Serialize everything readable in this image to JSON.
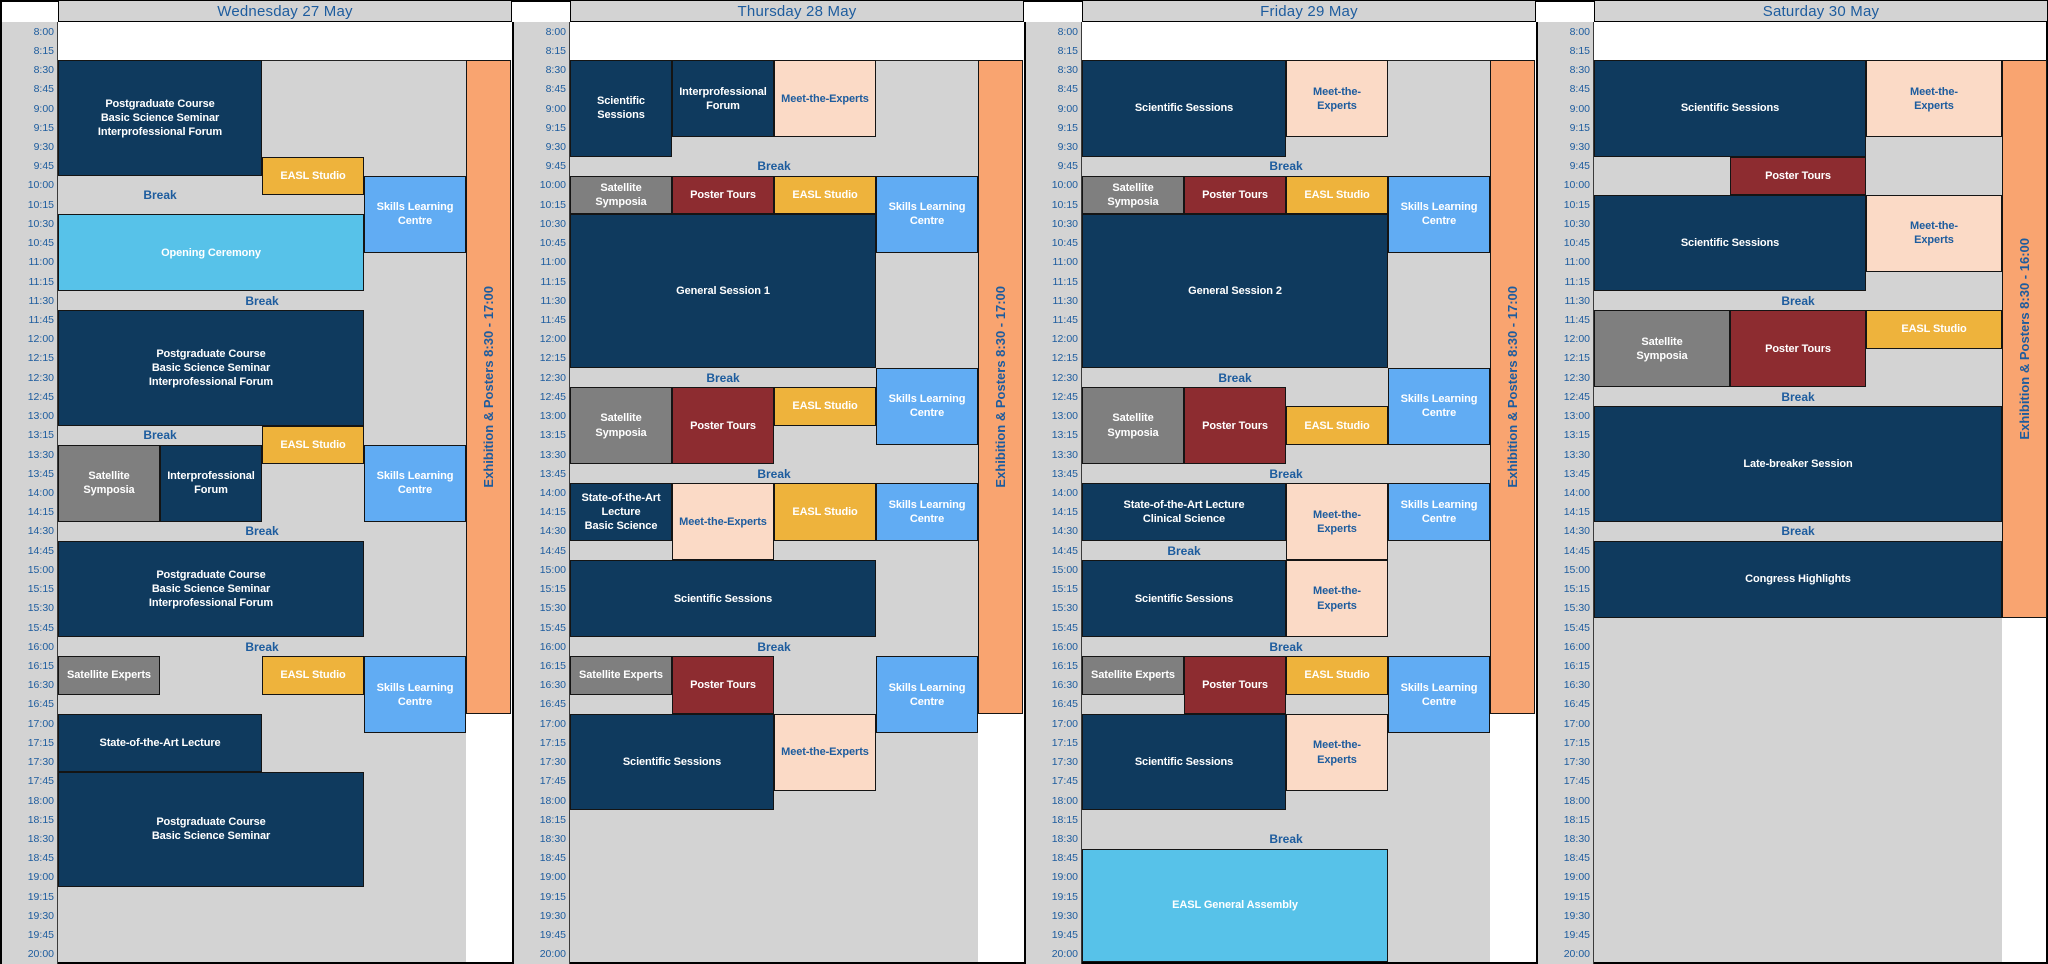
{
  "colors": {
    "navy": "#0f3a5e",
    "cyan": "#57c2e9",
    "mid_gray": "#7f7f7f",
    "maroon": "#8d2c30",
    "yellow": "#eeb33c",
    "sky": "#61acf3",
    "pink": "#fbdac6",
    "orange": "#f9a470",
    "gray_bg": "#d3d3d3",
    "blue_text": "#1d5c9e",
    "white_text": "#ffffff"
  },
  "time_labels": [
    "8:00",
    "8:15",
    "8:30",
    "8:45",
    "9:00",
    "9:15",
    "9:30",
    "9:45",
    "10:00",
    "10:15",
    "10:30",
    "10:45",
    "11:00",
    "11:15",
    "11:30",
    "11:45",
    "12:00",
    "12:15",
    "12:30",
    "12:45",
    "13:00",
    "13:15",
    "13:30",
    "13:45",
    "14:00",
    "14:15",
    "14:30",
    "14:45",
    "15:00",
    "15:15",
    "15:30",
    "15:45",
    "16:00",
    "16:15",
    "16:30",
    "16:45",
    "17:00",
    "17:15",
    "17:30",
    "17:45",
    "18:00",
    "18:15",
    "18:30",
    "18:45",
    "19:00",
    "19:15",
    "19:30",
    "19:45",
    "20:00"
  ],
  "days": [
    {
      "title": "Wednesday 27 May",
      "columns": 4,
      "exhibition": {
        "label": "Exhibition & Posters 8:30 - 17:00",
        "start": "8:30",
        "end": "17:00"
      },
      "events": [
        {
          "label": "Postgraduate Course\nBasic Science Seminar\nInterprofessional Forum",
          "start": "8:30",
          "end": "10:00",
          "c0": 0,
          "c1": 2,
          "color": "navy"
        },
        {
          "label": "EASL Studio",
          "start": "9:45",
          "end": "10:15",
          "c0": 2,
          "c1": 3,
          "color": "yellow"
        },
        {
          "label": "Break",
          "start": "10:00",
          "end": "10:30",
          "c0": 0,
          "c1": 2,
          "color": "break"
        },
        {
          "label": "Skills Learning\nCentre",
          "start": "10:00",
          "end": "11:00",
          "c0": 3,
          "c1": 4,
          "color": "sky"
        },
        {
          "label": "Opening Ceremony",
          "start": "10:30",
          "end": "11:30",
          "c0": 0,
          "c1": 3,
          "color": "cyan"
        },
        {
          "label": "Break",
          "start": "11:30",
          "end": "11:45",
          "c0": 0,
          "c1": 4,
          "color": "break"
        },
        {
          "label": "Postgraduate Course\nBasic Science Seminar\nInterprofessional Forum",
          "start": "11:45",
          "end": "13:15",
          "c0": 0,
          "c1": 3,
          "color": "navy"
        },
        {
          "label": "Break",
          "start": "13:15",
          "end": "13:30",
          "c0": 0,
          "c1": 2,
          "color": "break"
        },
        {
          "label": "EASL Studio",
          "start": "13:15",
          "end": "13:45",
          "c0": 2,
          "c1": 3,
          "color": "yellow"
        },
        {
          "label": "Satellite\nSymposia",
          "start": "13:30",
          "end": "14:30",
          "c0": 0,
          "c1": 1,
          "color": "mid_gray"
        },
        {
          "label": "Interprofessional\nForum",
          "start": "13:30",
          "end": "14:30",
          "c0": 1,
          "c1": 2,
          "color": "navy"
        },
        {
          "label": "Skills Learning\nCentre",
          "start": "13:30",
          "end": "14:30",
          "c0": 3,
          "c1": 4,
          "color": "sky"
        },
        {
          "label": "Break",
          "start": "14:30",
          "end": "14:45",
          "c0": 0,
          "c1": 4,
          "color": "break"
        },
        {
          "label": "Postgraduate Course\nBasic Science Seminar\nInterprofessional Forum",
          "start": "14:45",
          "end": "16:00",
          "c0": 0,
          "c1": 3,
          "color": "navy"
        },
        {
          "label": "Break",
          "start": "16:00",
          "end": "16:15",
          "c0": 0,
          "c1": 4,
          "color": "break"
        },
        {
          "label": "Satellite Experts",
          "start": "16:15",
          "end": "16:45",
          "c0": 0,
          "c1": 1,
          "color": "mid_gray"
        },
        {
          "label": "EASL Studio",
          "start": "16:15",
          "end": "16:45",
          "c0": 2,
          "c1": 3,
          "color": "yellow"
        },
        {
          "label": "Skills Learning\nCentre",
          "start": "16:15",
          "end": "17:15",
          "c0": 3,
          "c1": 4,
          "color": "sky"
        },
        {
          "label": "State-of-the-Art Lecture",
          "start": "17:00",
          "end": "17:45",
          "c0": 0,
          "c1": 2,
          "color": "navy"
        },
        {
          "label": "Postgraduate Course\nBasic Science Seminar",
          "start": "17:45",
          "end": "19:15",
          "c0": 0,
          "c1": 3,
          "color": "navy"
        }
      ]
    },
    {
      "title": "Thursday 28 May",
      "columns": 4,
      "exhibition": {
        "label": "Exhibition & Posters 8:30 - 17:00",
        "start": "8:30",
        "end": "17:00"
      },
      "events": [
        {
          "label": "Scientific\nSessions",
          "start": "8:30",
          "end": "9:45",
          "c0": 0,
          "c1": 1,
          "color": "navy"
        },
        {
          "label": "Interprofessional\nForum",
          "start": "8:30",
          "end": "9:30",
          "c0": 1,
          "c1": 2,
          "color": "navy"
        },
        {
          "label": "Meet-the-Experts",
          "start": "8:30",
          "end": "9:30",
          "c0": 2,
          "c1": 3,
          "color": "pink"
        },
        {
          "label": "Break",
          "start": "9:45",
          "end": "10:00",
          "c0": 0,
          "c1": 4,
          "color": "break"
        },
        {
          "label": "Satellite\nSymposia",
          "start": "10:00",
          "end": "10:30",
          "c0": 0,
          "c1": 1,
          "color": "mid_gray"
        },
        {
          "label": "Poster Tours",
          "start": "10:00",
          "end": "10:30",
          "c0": 1,
          "c1": 2,
          "color": "maroon"
        },
        {
          "label": "EASL Studio",
          "start": "10:00",
          "end": "10:30",
          "c0": 2,
          "c1": 3,
          "color": "yellow"
        },
        {
          "label": "Skills Learning\nCentre",
          "start": "10:00",
          "end": "11:00",
          "c0": 3,
          "c1": 4,
          "color": "sky"
        },
        {
          "label": "General Session 1",
          "start": "10:30",
          "end": "12:30",
          "c0": 0,
          "c1": 3,
          "color": "navy"
        },
        {
          "label": "Break",
          "start": "12:30",
          "end": "12:45",
          "c0": 0,
          "c1": 3,
          "color": "break"
        },
        {
          "label": "Satellite\nSymposia",
          "start": "12:45",
          "end": "13:45",
          "c0": 0,
          "c1": 1,
          "color": "mid_gray"
        },
        {
          "label": "Poster Tours",
          "start": "12:45",
          "end": "13:45",
          "c0": 1,
          "c1": 2,
          "color": "maroon"
        },
        {
          "label": "EASL Studio",
          "start": "12:45",
          "end": "13:15",
          "c0": 2,
          "c1": 3,
          "color": "yellow"
        },
        {
          "label": "Skills Learning\nCentre",
          "start": "12:30",
          "end": "13:30",
          "c0": 3,
          "c1": 4,
          "color": "sky"
        },
        {
          "label": "Break",
          "start": "13:45",
          "end": "14:00",
          "c0": 0,
          "c1": 4,
          "color": "break"
        },
        {
          "label": "State-of-the-Art\nLecture\nBasic Science",
          "start": "14:00",
          "end": "14:45",
          "c0": 0,
          "c1": 1,
          "color": "navy"
        },
        {
          "label": "Meet-the-Experts",
          "start": "14:00",
          "end": "15:00",
          "c0": 1,
          "c1": 2,
          "color": "pink"
        },
        {
          "label": "EASL Studio",
          "start": "14:00",
          "end": "14:45",
          "c0": 2,
          "c1": 3,
          "color": "yellow"
        },
        {
          "label": "Skills Learning\nCentre",
          "start": "14:00",
          "end": "14:45",
          "c0": 3,
          "c1": 4,
          "color": "sky"
        },
        {
          "label": "Scientific Sessions",
          "start": "15:00",
          "end": "16:00",
          "c0": 0,
          "c1": 3,
          "color": "navy"
        },
        {
          "label": "Break",
          "start": "16:00",
          "end": "16:15",
          "c0": 0,
          "c1": 4,
          "color": "break"
        },
        {
          "label": "Satellite Experts",
          "start": "16:15",
          "end": "16:45",
          "c0": 0,
          "c1": 1,
          "color": "mid_gray"
        },
        {
          "label": "Poster Tours",
          "start": "16:15",
          "end": "17:00",
          "c0": 1,
          "c1": 2,
          "color": "maroon"
        },
        {
          "label": "Skills Learning\nCentre",
          "start": "16:15",
          "end": "17:15",
          "c0": 3,
          "c1": 4,
          "color": "sky"
        },
        {
          "label": "Scientific Sessions",
          "start": "17:00",
          "end": "18:15",
          "c0": 0,
          "c1": 2,
          "color": "navy"
        },
        {
          "label": "Meet-the-Experts",
          "start": "17:00",
          "end": "18:00",
          "c0": 2,
          "c1": 3,
          "color": "pink"
        }
      ]
    },
    {
      "title": "Friday 29 May",
      "columns": 4,
      "exhibition": {
        "label": "Exhibition & Posters 8:30 - 17:00",
        "start": "8:30",
        "end": "17:00"
      },
      "events": [
        {
          "label": "Scientific Sessions",
          "start": "8:30",
          "end": "9:45",
          "c0": 0,
          "c1": 2,
          "color": "navy"
        },
        {
          "label": "Meet-the-\nExperts",
          "start": "8:30",
          "end": "9:30",
          "c0": 2,
          "c1": 3,
          "color": "pink"
        },
        {
          "label": "Break",
          "start": "9:45",
          "end": "10:00",
          "c0": 0,
          "c1": 4,
          "color": "break"
        },
        {
          "label": "Satellite\nSymposia",
          "start": "10:00",
          "end": "10:30",
          "c0": 0,
          "c1": 1,
          "color": "mid_gray"
        },
        {
          "label": "Poster Tours",
          "start": "10:00",
          "end": "10:30",
          "c0": 1,
          "c1": 2,
          "color": "maroon"
        },
        {
          "label": "EASL Studio",
          "start": "10:00",
          "end": "10:30",
          "c0": 2,
          "c1": 3,
          "color": "yellow"
        },
        {
          "label": "Skills Learning\nCentre",
          "start": "10:00",
          "end": "11:00",
          "c0": 3,
          "c1": 4,
          "color": "sky"
        },
        {
          "label": "General Session 2",
          "start": "10:30",
          "end": "12:30",
          "c0": 0,
          "c1": 3,
          "color": "navy"
        },
        {
          "label": "Break",
          "start": "12:30",
          "end": "12:45",
          "c0": 0,
          "c1": 3,
          "color": "break"
        },
        {
          "label": "Satellite\nSymposia",
          "start": "12:45",
          "end": "13:45",
          "c0": 0,
          "c1": 1,
          "color": "mid_gray"
        },
        {
          "label": "Poster Tours",
          "start": "12:45",
          "end": "13:45",
          "c0": 1,
          "c1": 2,
          "color": "maroon"
        },
        {
          "label": "EASL Studio",
          "start": "13:00",
          "end": "13:30",
          "c0": 2,
          "c1": 3,
          "color": "yellow"
        },
        {
          "label": "Skills Learning\nCentre",
          "start": "12:30",
          "end": "13:30",
          "c0": 3,
          "c1": 4,
          "color": "sky"
        },
        {
          "label": "Break",
          "start": "13:45",
          "end": "14:00",
          "c0": 0,
          "c1": 4,
          "color": "break"
        },
        {
          "label": "State-of-the-Art Lecture\nClinical Science",
          "start": "14:00",
          "end": "14:45",
          "c0": 0,
          "c1": 2,
          "color": "navy"
        },
        {
          "label": "Meet-the-\nExperts",
          "start": "14:00",
          "end": "15:00",
          "c0": 2,
          "c1": 3,
          "color": "pink"
        },
        {
          "label": "Skills Learning\nCentre",
          "start": "14:00",
          "end": "14:45",
          "c0": 3,
          "c1": 4,
          "color": "sky"
        },
        {
          "label": "Break",
          "start": "14:45",
          "end": "15:00",
          "c0": 0,
          "c1": 2,
          "color": "break"
        },
        {
          "label": "Scientific Sessions",
          "start": "15:00",
          "end": "16:00",
          "c0": 0,
          "c1": 2,
          "color": "navy"
        },
        {
          "label": "Meet-the-\nExperts",
          "start": "15:00",
          "end": "16:00",
          "c0": 2,
          "c1": 3,
          "color": "pink"
        },
        {
          "label": "Break",
          "start": "16:00",
          "end": "16:15",
          "c0": 0,
          "c1": 4,
          "color": "break"
        },
        {
          "label": "Satellite Experts",
          "start": "16:15",
          "end": "16:45",
          "c0": 0,
          "c1": 1,
          "color": "mid_gray"
        },
        {
          "label": "Poster Tours",
          "start": "16:15",
          "end": "17:00",
          "c0": 1,
          "c1": 2,
          "color": "maroon"
        },
        {
          "label": "EASL Studio",
          "start": "16:15",
          "end": "16:45",
          "c0": 2,
          "c1": 3,
          "color": "yellow"
        },
        {
          "label": "Skills Learning\nCentre",
          "start": "16:15",
          "end": "17:15",
          "c0": 3,
          "c1": 4,
          "color": "sky"
        },
        {
          "label": "Scientific Sessions",
          "start": "17:00",
          "end": "18:15",
          "c0": 0,
          "c1": 2,
          "color": "navy"
        },
        {
          "label": "Meet-the-\nExperts",
          "start": "17:00",
          "end": "18:00",
          "c0": 2,
          "c1": 3,
          "color": "pink"
        },
        {
          "label": "Break",
          "start": "18:30",
          "end": "18:45",
          "c0": 0,
          "c1": 4,
          "color": "break"
        },
        {
          "label": "EASL General Assembly",
          "start": "18:45",
          "end": "20:00",
          "c0": 0,
          "c1": 3,
          "color": "cyan",
          "full": true
        }
      ]
    },
    {
      "title": "Saturday 30 May",
      "columns": 3,
      "exhibition": {
        "label": "Exhibition & Posters 8:30 - 16:00",
        "start": "8:30",
        "end": "15:45"
      },
      "events": [
        {
          "label": "Scientific Sessions",
          "start": "8:30",
          "end": "9:45",
          "c0": 0,
          "c1": 2,
          "color": "navy"
        },
        {
          "label": "Meet-the-\nExperts",
          "start": "8:30",
          "end": "9:30",
          "c0": 2,
          "c1": 3,
          "color": "pink"
        },
        {
          "label": "Poster Tours",
          "start": "9:45",
          "end": "10:15",
          "c0": 1,
          "c1": 2,
          "color": "maroon"
        },
        {
          "label": "Scientific Sessions",
          "start": "10:15",
          "end": "11:30",
          "c0": 0,
          "c1": 2,
          "color": "navy"
        },
        {
          "label": "Meet-the-\nExperts",
          "start": "10:15",
          "end": "11:15",
          "c0": 2,
          "c1": 3,
          "color": "pink"
        },
        {
          "label": "Break",
          "start": "11:30",
          "end": "11:45",
          "c0": 0,
          "c1": 3,
          "color": "break"
        },
        {
          "label": "Satellite\nSymposia",
          "start": "11:45",
          "end": "12:45",
          "c0": 0,
          "c1": 1,
          "color": "mid_gray"
        },
        {
          "label": "Poster Tours",
          "start": "11:45",
          "end": "12:45",
          "c0": 1,
          "c1": 2,
          "color": "maroon"
        },
        {
          "label": "EASL Studio",
          "start": "11:45",
          "end": "12:15",
          "c0": 2,
          "c1": 3,
          "color": "yellow"
        },
        {
          "label": "Break",
          "start": "12:45",
          "end": "13:00",
          "c0": 0,
          "c1": 3,
          "color": "break"
        },
        {
          "label": "Late-breaker Session",
          "start": "13:00",
          "end": "14:30",
          "c0": 0,
          "c1": 3,
          "color": "navy"
        },
        {
          "label": "Break",
          "start": "14:30",
          "end": "14:45",
          "c0": 0,
          "c1": 3,
          "color": "break"
        },
        {
          "label": "Congress Highlights",
          "start": "14:45",
          "end": "15:45",
          "c0": 0,
          "c1": 3,
          "color": "navy"
        }
      ]
    }
  ]
}
